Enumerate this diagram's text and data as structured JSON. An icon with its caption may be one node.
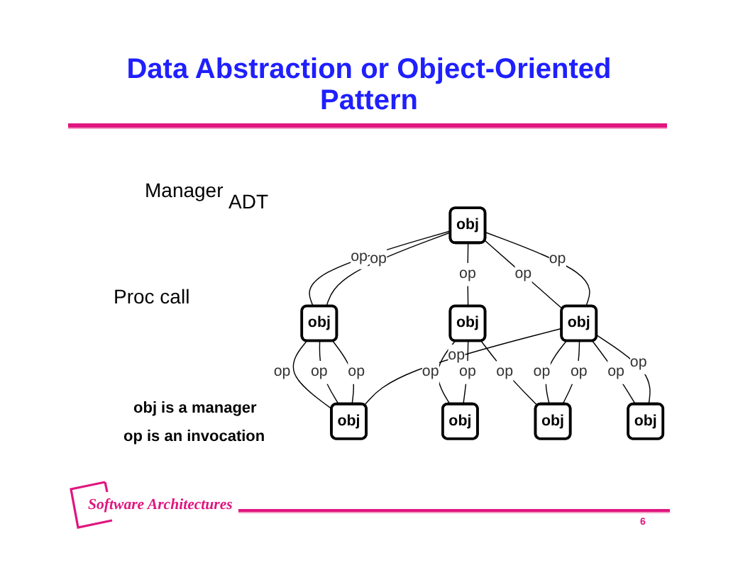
{
  "diagram": {
    "title": "Data Abstraction or Object-Oriented Pattern",
    "nodes": [
      {
        "text": [
          "obj"
        ]
      },
      {
        "text": [
          "obj"
        ]
      },
      {
        "text": [
          "obj"
        ]
      },
      {
        "text": [
          "obj"
        ]
      },
      {
        "text": [
          "obj"
        ]
      },
      {
        "text": [
          "obj"
        ]
      },
      {
        "text": [
          "obj"
        ]
      },
      {
        "text": [
          "obj"
        ]
      }
    ],
    "edges": [
      {
        "from": 0,
        "to": 2,
        "arrow": "none",
        "label": "op"
      },
      {
        "from": 0,
        "to": 2,
        "arrow": "none",
        "label": "op"
      },
      {
        "from": 0,
        "to": 1,
        "arrow": "none",
        "label": "op"
      },
      {
        "from": 0,
        "to": 4,
        "arrow": "none",
        "label": "op"
      },
      {
        "from": 0,
        "to": 4,
        "arrow": "none",
        "label": "op"
      },
      {
        "from": 2,
        "to": 5,
        "arrow": "none",
        "label": "op"
      },
      {
        "from": 2,
        "to": 5,
        "arrow": "none",
        "label": "op"
      },
      {
        "from": 2,
        "to": 5,
        "arrow": "none",
        "label": "op"
      },
      {
        "from": 4,
        "to": 5,
        "arrow": "none",
        "label": "op"
      },
      {
        "from": 1,
        "to": 3,
        "arrow": "none",
        "label": "op"
      },
      {
        "from": 1,
        "to": 3,
        "arrow": "none",
        "label": "op"
      },
      {
        "from": 1,
        "to": 6,
        "arrow": "none",
        "label": "op"
      },
      {
        "from": 4,
        "to": 7,
        "arrow": "none",
        "label": "op"
      },
      {
        "from": 4,
        "to": 7,
        "arrow": "none",
        "label": "op"
      },
      {
        "from": 4,
        "to": 6,
        "arrow": "none",
        "label": "op"
      },
      {
        "from": 4,
        "to": 6,
        "arrow": "none",
        "label": "op"
      }
    ],
    "labels": [
      "Manager",
      "ADT",
      "Proc call",
      "obj is a manager",
      "op is an invocation",
      "Software Architectures",
      "6"
    ]
  }
}
